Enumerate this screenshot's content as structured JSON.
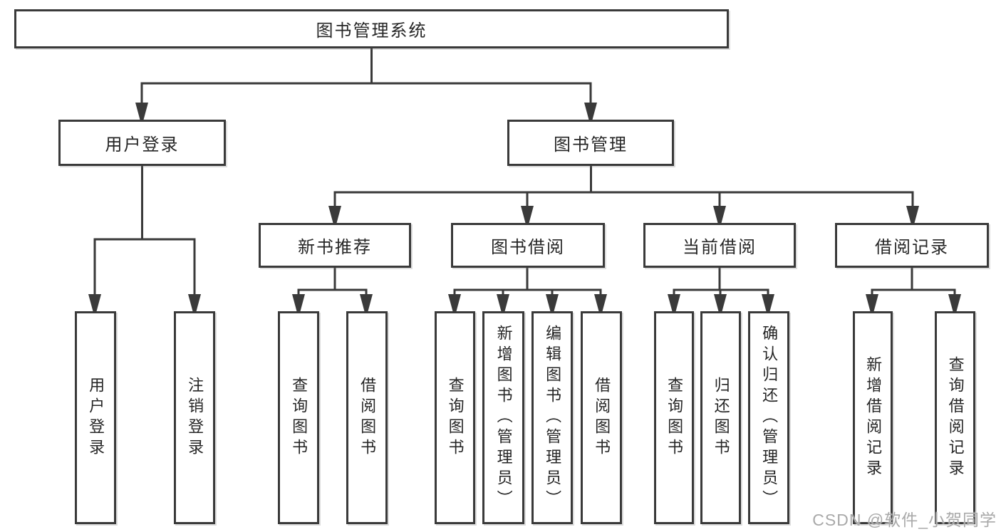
{
  "title_box": "图书管理系统",
  "branches": {
    "user_login": {
      "label": "用户登录",
      "children": [
        "用户登录",
        "注销登录"
      ]
    },
    "book_mgmt": {
      "label": "图书管理",
      "sections": [
        {
          "label": "新书推荐",
          "children": [
            "查询图书",
            "借阅图书"
          ]
        },
        {
          "label": "图书借阅",
          "children": [
            "查询图书",
            "新增图书（管理员）",
            "编辑图书（管理员）",
            "借阅图书"
          ]
        },
        {
          "label": "当前借阅",
          "children": [
            "查询图书",
            "归还图书",
            "确认归还（管理员）"
          ]
        },
        {
          "label": "借阅记录",
          "children": [
            "新增借阅记录",
            "查询借阅记录"
          ]
        }
      ]
    }
  },
  "watermark": "CSDN @软件_小贺同学"
}
